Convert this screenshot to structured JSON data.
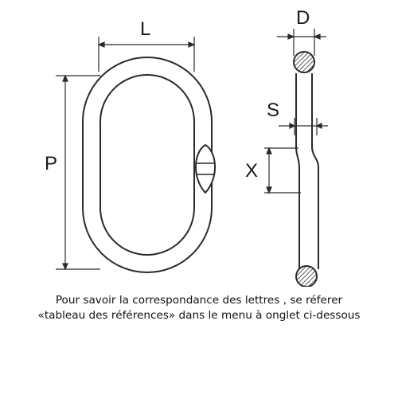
{
  "diagram": {
    "labels": {
      "L": "L",
      "P": "P",
      "D": "D",
      "S": "S",
      "X": "X"
    }
  },
  "caption": {
    "line1": "Pour savoir la correspondance des lettres , se réferer",
    "line2": "«tableau des références» dans le menu à onglet ci-dessous"
  },
  "colors": {
    "line": "#2a2a2a",
    "text": "#111111",
    "background": "#ffffff"
  }
}
